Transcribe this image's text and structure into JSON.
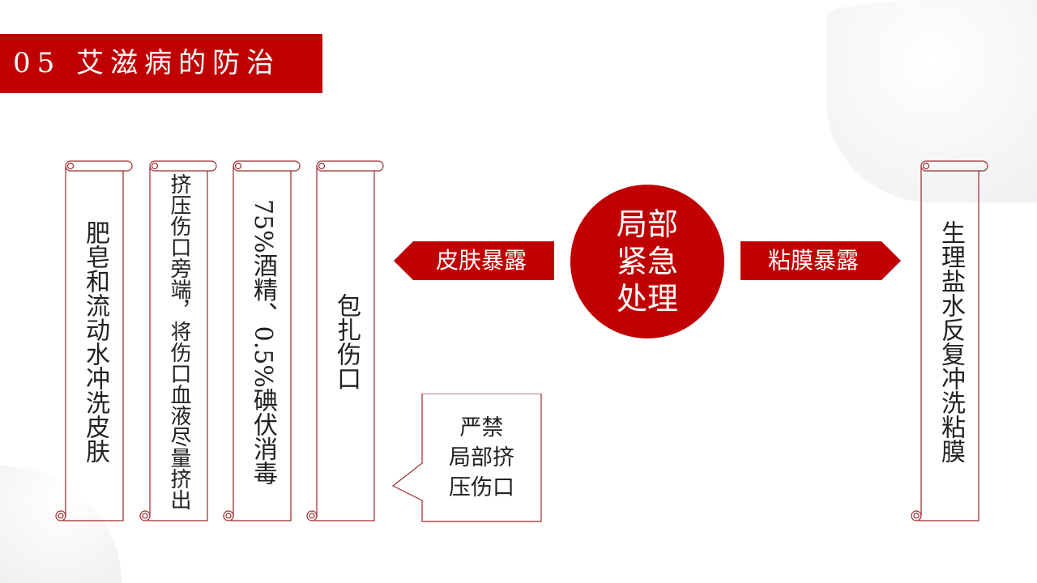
{
  "title": {
    "number": "05",
    "text": "艾滋病的防治"
  },
  "center": {
    "label": "局部紧急处理"
  },
  "left_arrow": {
    "label": "皮肤暴露"
  },
  "right_arrow": {
    "label": "粘膜暴露"
  },
  "skin_steps": [
    "肥皂和流动水冲洗皮肤",
    "挤压伤口旁端，将伤口血液尽量挤出",
    "75%酒精、0.5%碘伏消毒",
    "包扎伤口"
  ],
  "mucosa_steps": [
    "生理盐水反复冲洗粘膜"
  ],
  "warning": {
    "line1": "严禁",
    "line2": "局部挤",
    "line3": "压伤口"
  },
  "colors": {
    "accent": "#c00000",
    "scroll_border": "#9b2a2a"
  }
}
